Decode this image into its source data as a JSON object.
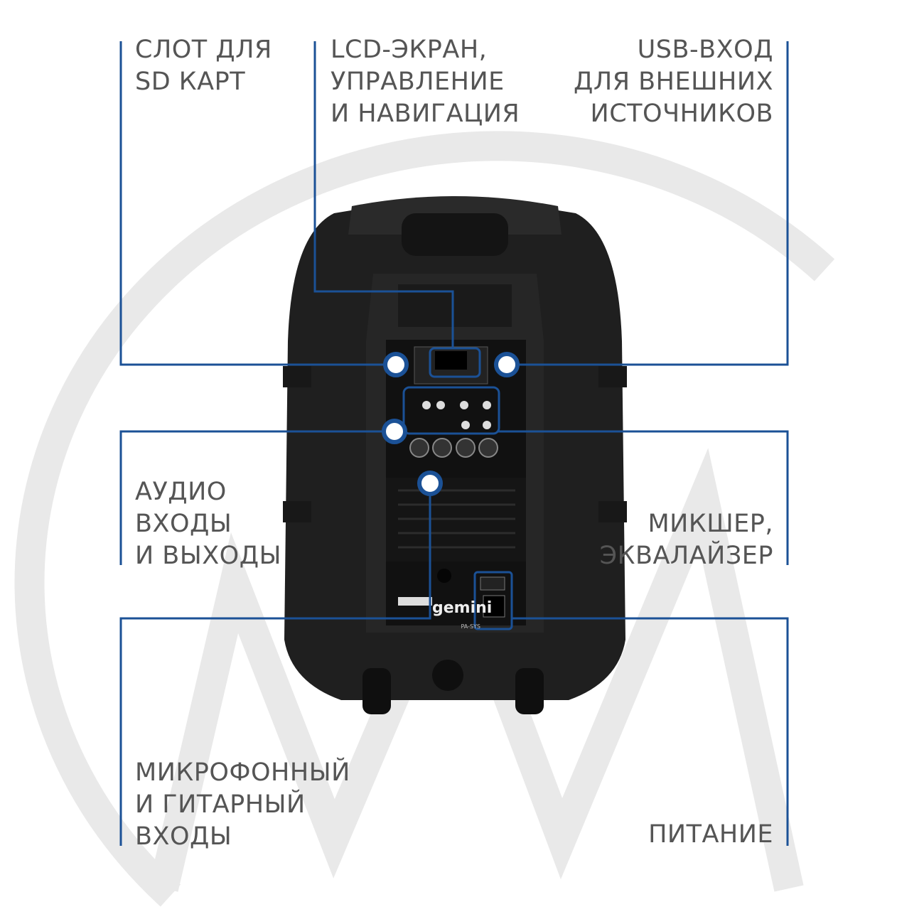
{
  "colors": {
    "accent": "#1b5196",
    "label": "#555555",
    "watermark": "#e9e9e9",
    "speaker": "#1e1e1e"
  },
  "callouts": {
    "sd_slot": [
      "СЛОТ ДЛЯ",
      "SD КАРТ"
    ],
    "lcd": [
      "LCD-ЭКРАН,",
      "УПРАВЛЕНИЕ",
      "И НАВИГАЦИЯ"
    ],
    "usb": [
      "USB-ВХОД",
      "ДЛЯ ВНЕШНИХ",
      "ИСТОЧНИКОВ"
    ],
    "audio_io": [
      "АУДИО",
      "ВХОДЫ",
      "И ВЫХОДЫ"
    ],
    "mixer": [
      "МИКШЕР,",
      "ЭКВАЛАЙЗЕР"
    ],
    "mic_guitar": [
      "МИКРОФОННЫЙ",
      "И ГИТАРНЫЙ",
      "ВХОДЫ"
    ],
    "power": [
      "ПИТАНИЕ"
    ]
  },
  "speaker": {
    "brand": "gemini",
    "model": "PA-SYS"
  }
}
